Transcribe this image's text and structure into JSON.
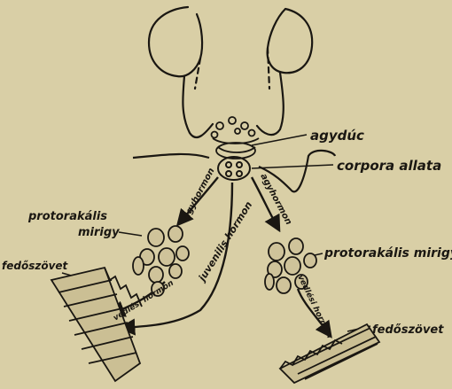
{
  "diagram": {
    "labels": {
      "agyduc": "agydúc",
      "corpora_allata": "corpora allata",
      "protorakalis_left_line1": "protorakális",
      "protorakalis_left_line2": "mirigy",
      "protorakalis_right": "protorakális mirigy",
      "fedoszovet_left": "fedőszövet",
      "fedoszovet_right": "fedőszövet",
      "agyhormon_left": "agyhormon",
      "agyhormon_right": "agyhormon",
      "juvenilis_hormon": "juvenilis hormon",
      "vedlesi_hormon_left": "vedlési hormon",
      "vedlesi_hormon_right": "vedlési hormon"
    },
    "colors": {
      "paper": "#d9cfa6",
      "ink": "#1a1712"
    }
  }
}
